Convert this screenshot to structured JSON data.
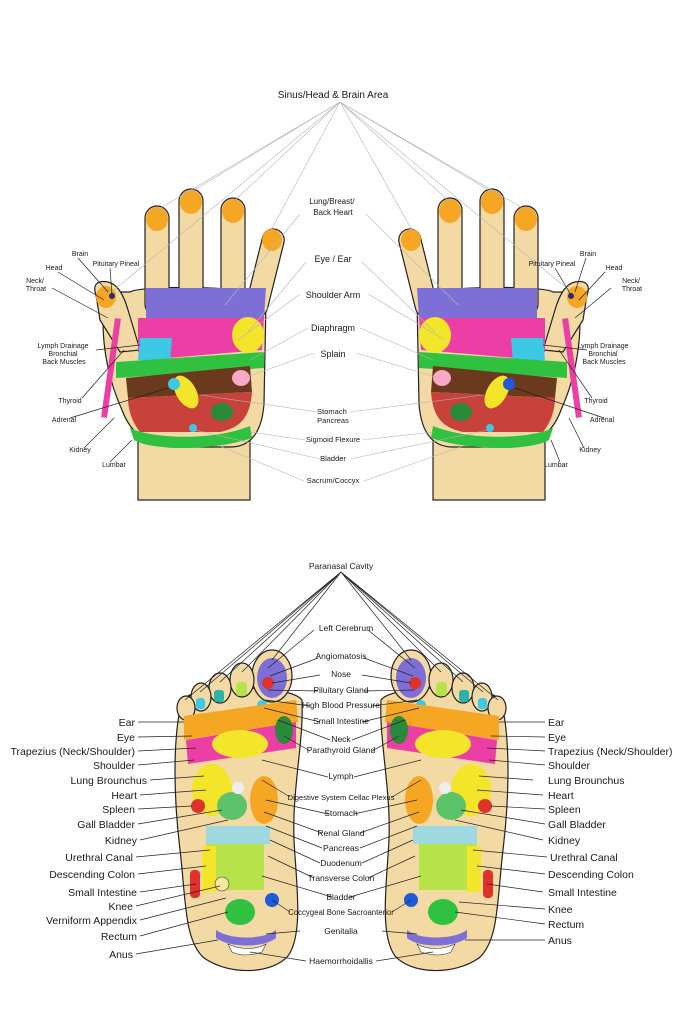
{
  "colors": {
    "skin": "#f3d9a4",
    "purple": "#7d6fd6",
    "magenta": "#ec3fa6",
    "yellow": "#f2e52a",
    "cyan": "#3dc8e6",
    "green": "#2fc13f",
    "brown": "#6b3a1e",
    "red": "#c8413a",
    "orange": "#f5a623",
    "pink": "#f7a9c6",
    "lime": "#b7e34a",
    "teal": "#2cb2a8",
    "blue": "#1e5bd8"
  },
  "hands": {
    "title": "Sinus/Head & Brain Area",
    "center_labels": [
      "Lung/Breast/\nBack Heart",
      "Eye / Ear",
      "Shoulder Arm",
      "Diaphragm",
      "Splain",
      "Stomach\nPancreas",
      "Sigmoid Flexure",
      "Bladder",
      "Sacrum/Coccyx"
    ],
    "side_labels": [
      "Brain",
      "Pituitary Pineal",
      "Head",
      "Neck/\nThroat",
      "Lymph Drainage\nBronchial\nBack Muscles",
      "Thyroid",
      "Adrenal",
      "Kidney",
      "Lumbar"
    ]
  },
  "feet": {
    "title": "Paranasal Cavity",
    "center_labels": [
      "Left Cerebrum",
      "Angiomatosis",
      "Nose",
      "Piluitary Gland",
      "High Blood Pressure",
      "Small Intestine",
      "Neck",
      "Parathyroid Gland",
      "Lymph",
      "Digestive System Cellac Plexus",
      "Stomach",
      "Renal Gland",
      "Pancreas",
      "Duodenum",
      "Transverse Colon",
      "Bladder",
      "Coccygeal Bone Sacroanterior",
      "Genitalia",
      "Haemorrhoidallis"
    ],
    "left_labels": [
      "Ear",
      "Eye",
      "Trapezius (Neck/Shoulder)",
      "Shoulder",
      "Lung Brounchus",
      "Heart",
      "Spleen",
      "Gall Bladder",
      "Kidney",
      "Urethral Canal",
      "Descending Colon",
      "Small Intestine",
      "Knee",
      "Verniform Appendix",
      "Rectum",
      "Anus"
    ],
    "right_labels": [
      "Ear",
      "Eye",
      "Trapezius (Neck/Shoulder)",
      "Shoulder",
      "Lung Brounchus",
      "Heart",
      "Spleen",
      "Gall Bladder",
      "Kidney",
      "Urethral Canal",
      "Descending Colon",
      "Small Intestine",
      "Knee",
      "Rectum",
      "Anus"
    ]
  }
}
